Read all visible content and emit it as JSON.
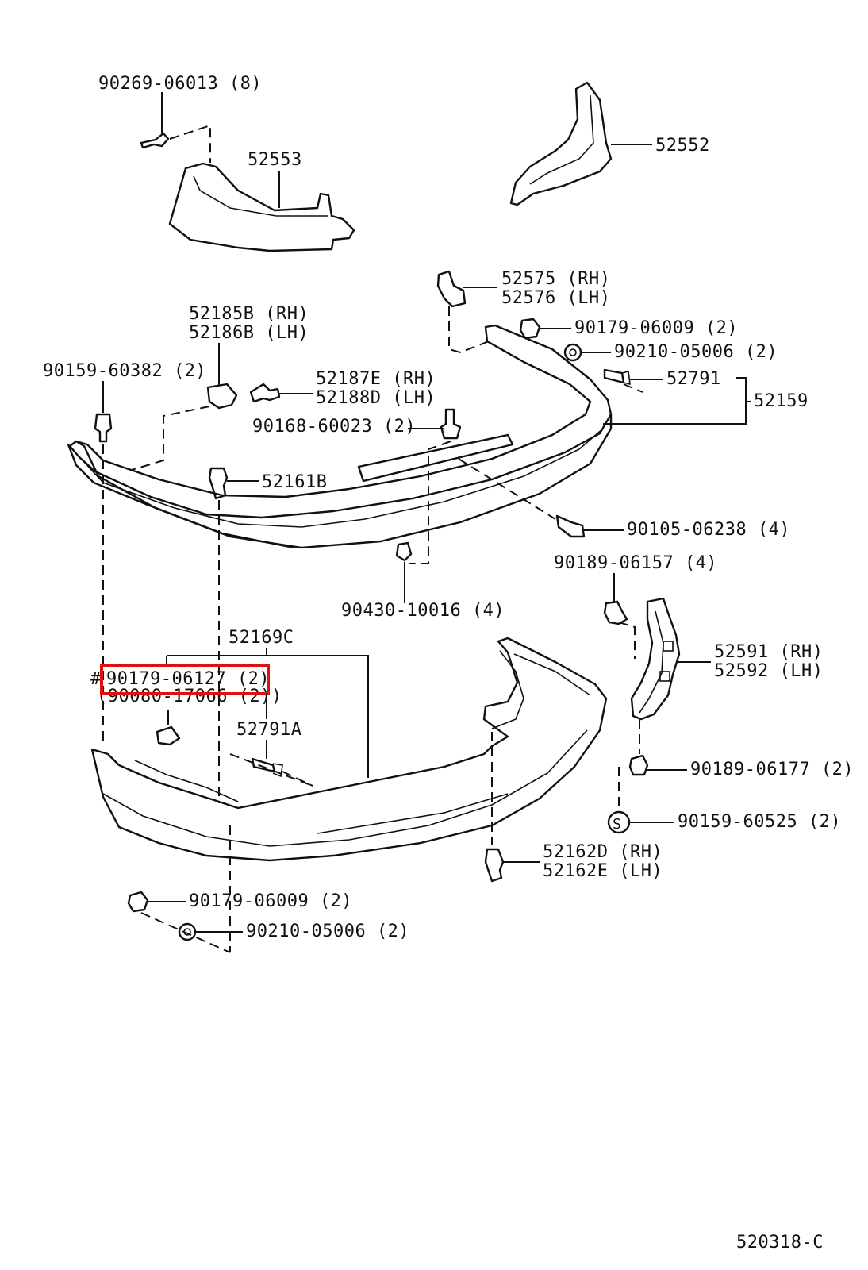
{
  "diagram_code": "520318-C",
  "highlight_color": "#e01010",
  "labels": {
    "screw_top": "90269-06013 (8)",
    "p52553": "52553",
    "p52552": "52552",
    "ret_rh": "52575 (RH)",
    "ret_lh": "52576 (LH)",
    "brk_rh": "52185B (RH)",
    "brk_lh": "52186B (LH)",
    "clip_rh": "52187E (RH)",
    "clip_lh": "52188D (LH)",
    "screw_60382": "90159-60382 (2)",
    "nut_06009_top": "90179-06009 (2)",
    "washer_05006_top": "90210-05006 (2)",
    "p52791": "52791",
    "p52159": "52159",
    "bolt_60023": "90168-60023 (2)",
    "p52161b": "52161B",
    "bolt_06238": "90105-06238 (4)",
    "nut_06157": "90189-06157 (4)",
    "clip_10016": "90430-10016 (4)",
    "p52169c": "52169C",
    "hash": "#",
    "nut_06127": "90179-06127 (2)",
    "alt_17066": "(90080-17066 (2))",
    "p52791a": "52791A",
    "sup_rh": "52591 (RH)",
    "sup_lh": "52592 (LH)",
    "nut_06177": "90189-06177 (2)",
    "s_mark": "S",
    "screw_60525": "90159-60525 (2)",
    "ret_d_rh": "52162D (RH)",
    "ret_e_lh": "52162E (LH)",
    "nut_06009_bot": "90179-06009 (2)",
    "washer_05006_bot": "90210-05006 (2)"
  }
}
